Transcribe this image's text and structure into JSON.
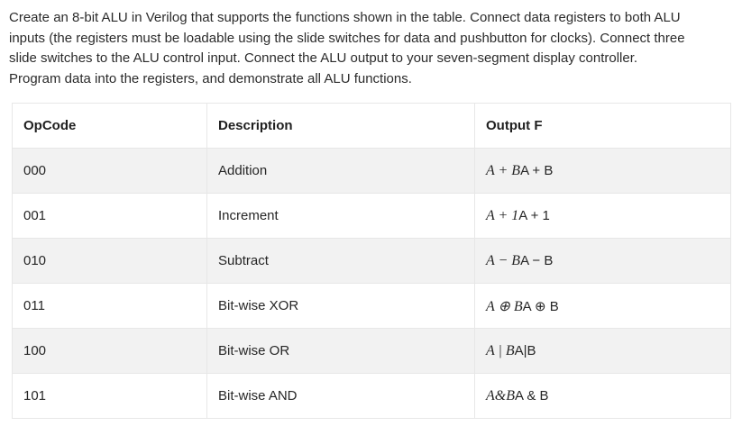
{
  "instructions": {
    "lines": [
      "Create an 8-bit ALU in Verilog that supports the functions shown in the table. Connect data registers to both ALU",
      "inputs (the registers must be loadable using the slide switches for data and pushbutton for clocks). Connect three",
      "slide switches to the ALU control input. Connect the ALU output to your seven-segment display controller.",
      "Program data into the registers, and demonstrate all ALU functions."
    ]
  },
  "table": {
    "headers": [
      "OpCode",
      "Description",
      "Output F"
    ],
    "rows": [
      {
        "opcode": "000",
        "description": "Addition",
        "formula_math": "A + B",
        "formula_plain": "A + B"
      },
      {
        "opcode": "001",
        "description": "Increment",
        "formula_math": "A + 1",
        "formula_plain": "A + 1"
      },
      {
        "opcode": "010",
        "description": "Subtract",
        "formula_math": "A − B",
        "formula_plain": "A − B"
      },
      {
        "opcode": "011",
        "description": "Bit-wise XOR",
        "formula_math": "A ⊕ B",
        "formula_plain": "A ⊕ B"
      },
      {
        "opcode": "100",
        "description": "Bit-wise OR",
        "formula_math": "A | B",
        "formula_plain": "A|B"
      },
      {
        "opcode": "101",
        "description": "Bit-wise AND",
        "formula_math": "A&B",
        "formula_plain": "A & B"
      }
    ]
  },
  "colors": {
    "text": "#2b2b2b",
    "row_stripe": "#f2f2f2",
    "table_border": "#e7e7e7"
  }
}
